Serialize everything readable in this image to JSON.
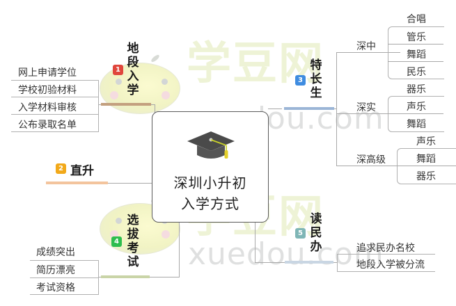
{
  "watermark": {
    "text_cn": "学豆网",
    "text_en": "xuedou.com"
  },
  "center": {
    "icon": "graduation-cap-icon",
    "title_line1": "深圳小升初",
    "title_line2": "入学方式"
  },
  "branches": [
    {
      "id": 1,
      "badge": "1",
      "badge_color": "#e0463c",
      "title": "地段入学",
      "title_chars": [
        "地",
        "段",
        "入",
        "学"
      ],
      "underline_color": "#c3a07f",
      "items": [
        "网上申请学位",
        "学校初验材料",
        "入学材料审核",
        "公布录取名单"
      ]
    },
    {
      "id": 2,
      "badge": "2",
      "badge_color": "#f2a91a",
      "title": "直升",
      "underline_color": "#f3c49d",
      "items": []
    },
    {
      "id": 3,
      "badge": "3",
      "badge_color": "#3f8ce0",
      "title": "特长生",
      "title_chars": [
        "特",
        "长",
        "生"
      ],
      "underline_color": "#9bb5d6",
      "schools": [
        {
          "name": "深中",
          "items": [
            "合唱",
            "管乐",
            "舞蹈",
            "民乐"
          ]
        },
        {
          "name": "深实",
          "items": [
            "器乐",
            "声乐",
            "舞蹈"
          ]
        },
        {
          "name": "深高级",
          "items": [
            "声乐",
            "舞蹈",
            "器乐"
          ]
        }
      ]
    },
    {
      "id": 4,
      "badge": "4",
      "badge_color": "#2dbd4e",
      "title": "选拔考试",
      "title_chars": [
        "选",
        "拔",
        "考",
        "试"
      ],
      "underline_color": "#c9d4a7",
      "items": [
        "成绩突出",
        "简历漂亮",
        "考试资格"
      ]
    },
    {
      "id": 5,
      "badge": "5",
      "badge_color": "#7fb6b6",
      "title": "读民办",
      "title_chars": [
        "读",
        "民",
        "办"
      ],
      "underline_color": "#c9d6e3",
      "items": [
        "追求民办名校",
        "地段入学被分流"
      ]
    }
  ]
}
